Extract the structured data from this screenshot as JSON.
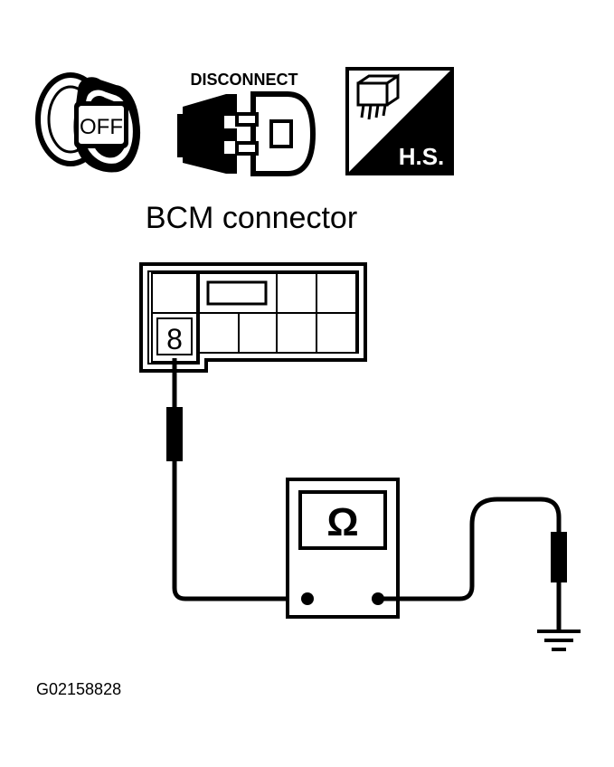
{
  "icons": {
    "ignition": {
      "icon": "ignition-key-off-icon",
      "label": "OFF"
    },
    "disconnect": {
      "icon": "connector-disconnect-icon",
      "label": "DISCONNECT"
    },
    "harness_side": {
      "icon": "harness-side-icon",
      "label": "H.S."
    }
  },
  "connector": {
    "title": "BCM connector",
    "terminal_label": "8"
  },
  "meter": {
    "icon": "ohm-icon",
    "symbol": "Ω"
  },
  "ground": {
    "icon": "ground-icon"
  },
  "figure_id": "G02158828",
  "colors": {
    "ink": "#000000",
    "paper": "#ffffff"
  }
}
